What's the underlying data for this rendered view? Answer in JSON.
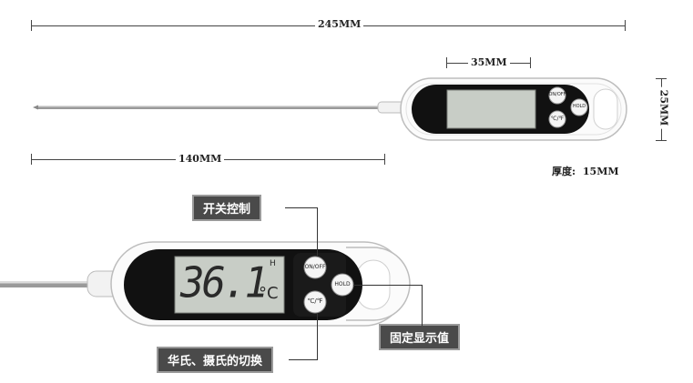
{
  "dimensions": {
    "total_length": "245MM",
    "body_width": "35MM",
    "probe_length": "140MM",
    "height": "25MM",
    "thickness_label": "厚度:",
    "thickness_value": "15MM"
  },
  "display": {
    "reading": "36.1",
    "unit": "°C",
    "hold_indicator": "H"
  },
  "buttons": {
    "on_off": "ON/OFF",
    "hold": "HOLD",
    "unit_toggle": "℃/℉"
  },
  "callouts": {
    "power": "开关控制",
    "unit_switch": "华氏、摄氏的切换",
    "hold": "固定显示值"
  },
  "colors": {
    "body": "#ffffff",
    "bezel": "#111111",
    "lcd": "#c8cdc6",
    "callout_bg": "#4a4a4a"
  }
}
